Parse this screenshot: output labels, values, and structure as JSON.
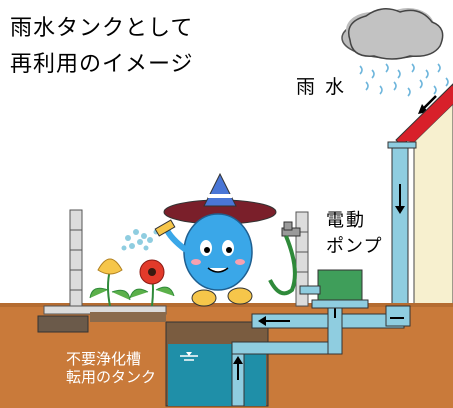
{
  "title": {
    "line1": "雨水タンクとして",
    "line2": "再利用のイメージ"
  },
  "labels": {
    "rain": "雨水",
    "pump_line1": "電動",
    "pump_line2": "ポンプ",
    "tank_line1": "不要浄化槽",
    "tank_line2": "転用のタンク"
  },
  "colors": {
    "soil": "#c97a3a",
    "water": "#1f8fa8",
    "roof": "#d8202a",
    "house_wall": "#f7f0cf",
    "pipe": "#8fcde0",
    "pump_box": "#3f9e5a",
    "cloud": "#b9b9b9",
    "mascot_body": "#3aa7e8",
    "hat": "#7a1f2a"
  }
}
